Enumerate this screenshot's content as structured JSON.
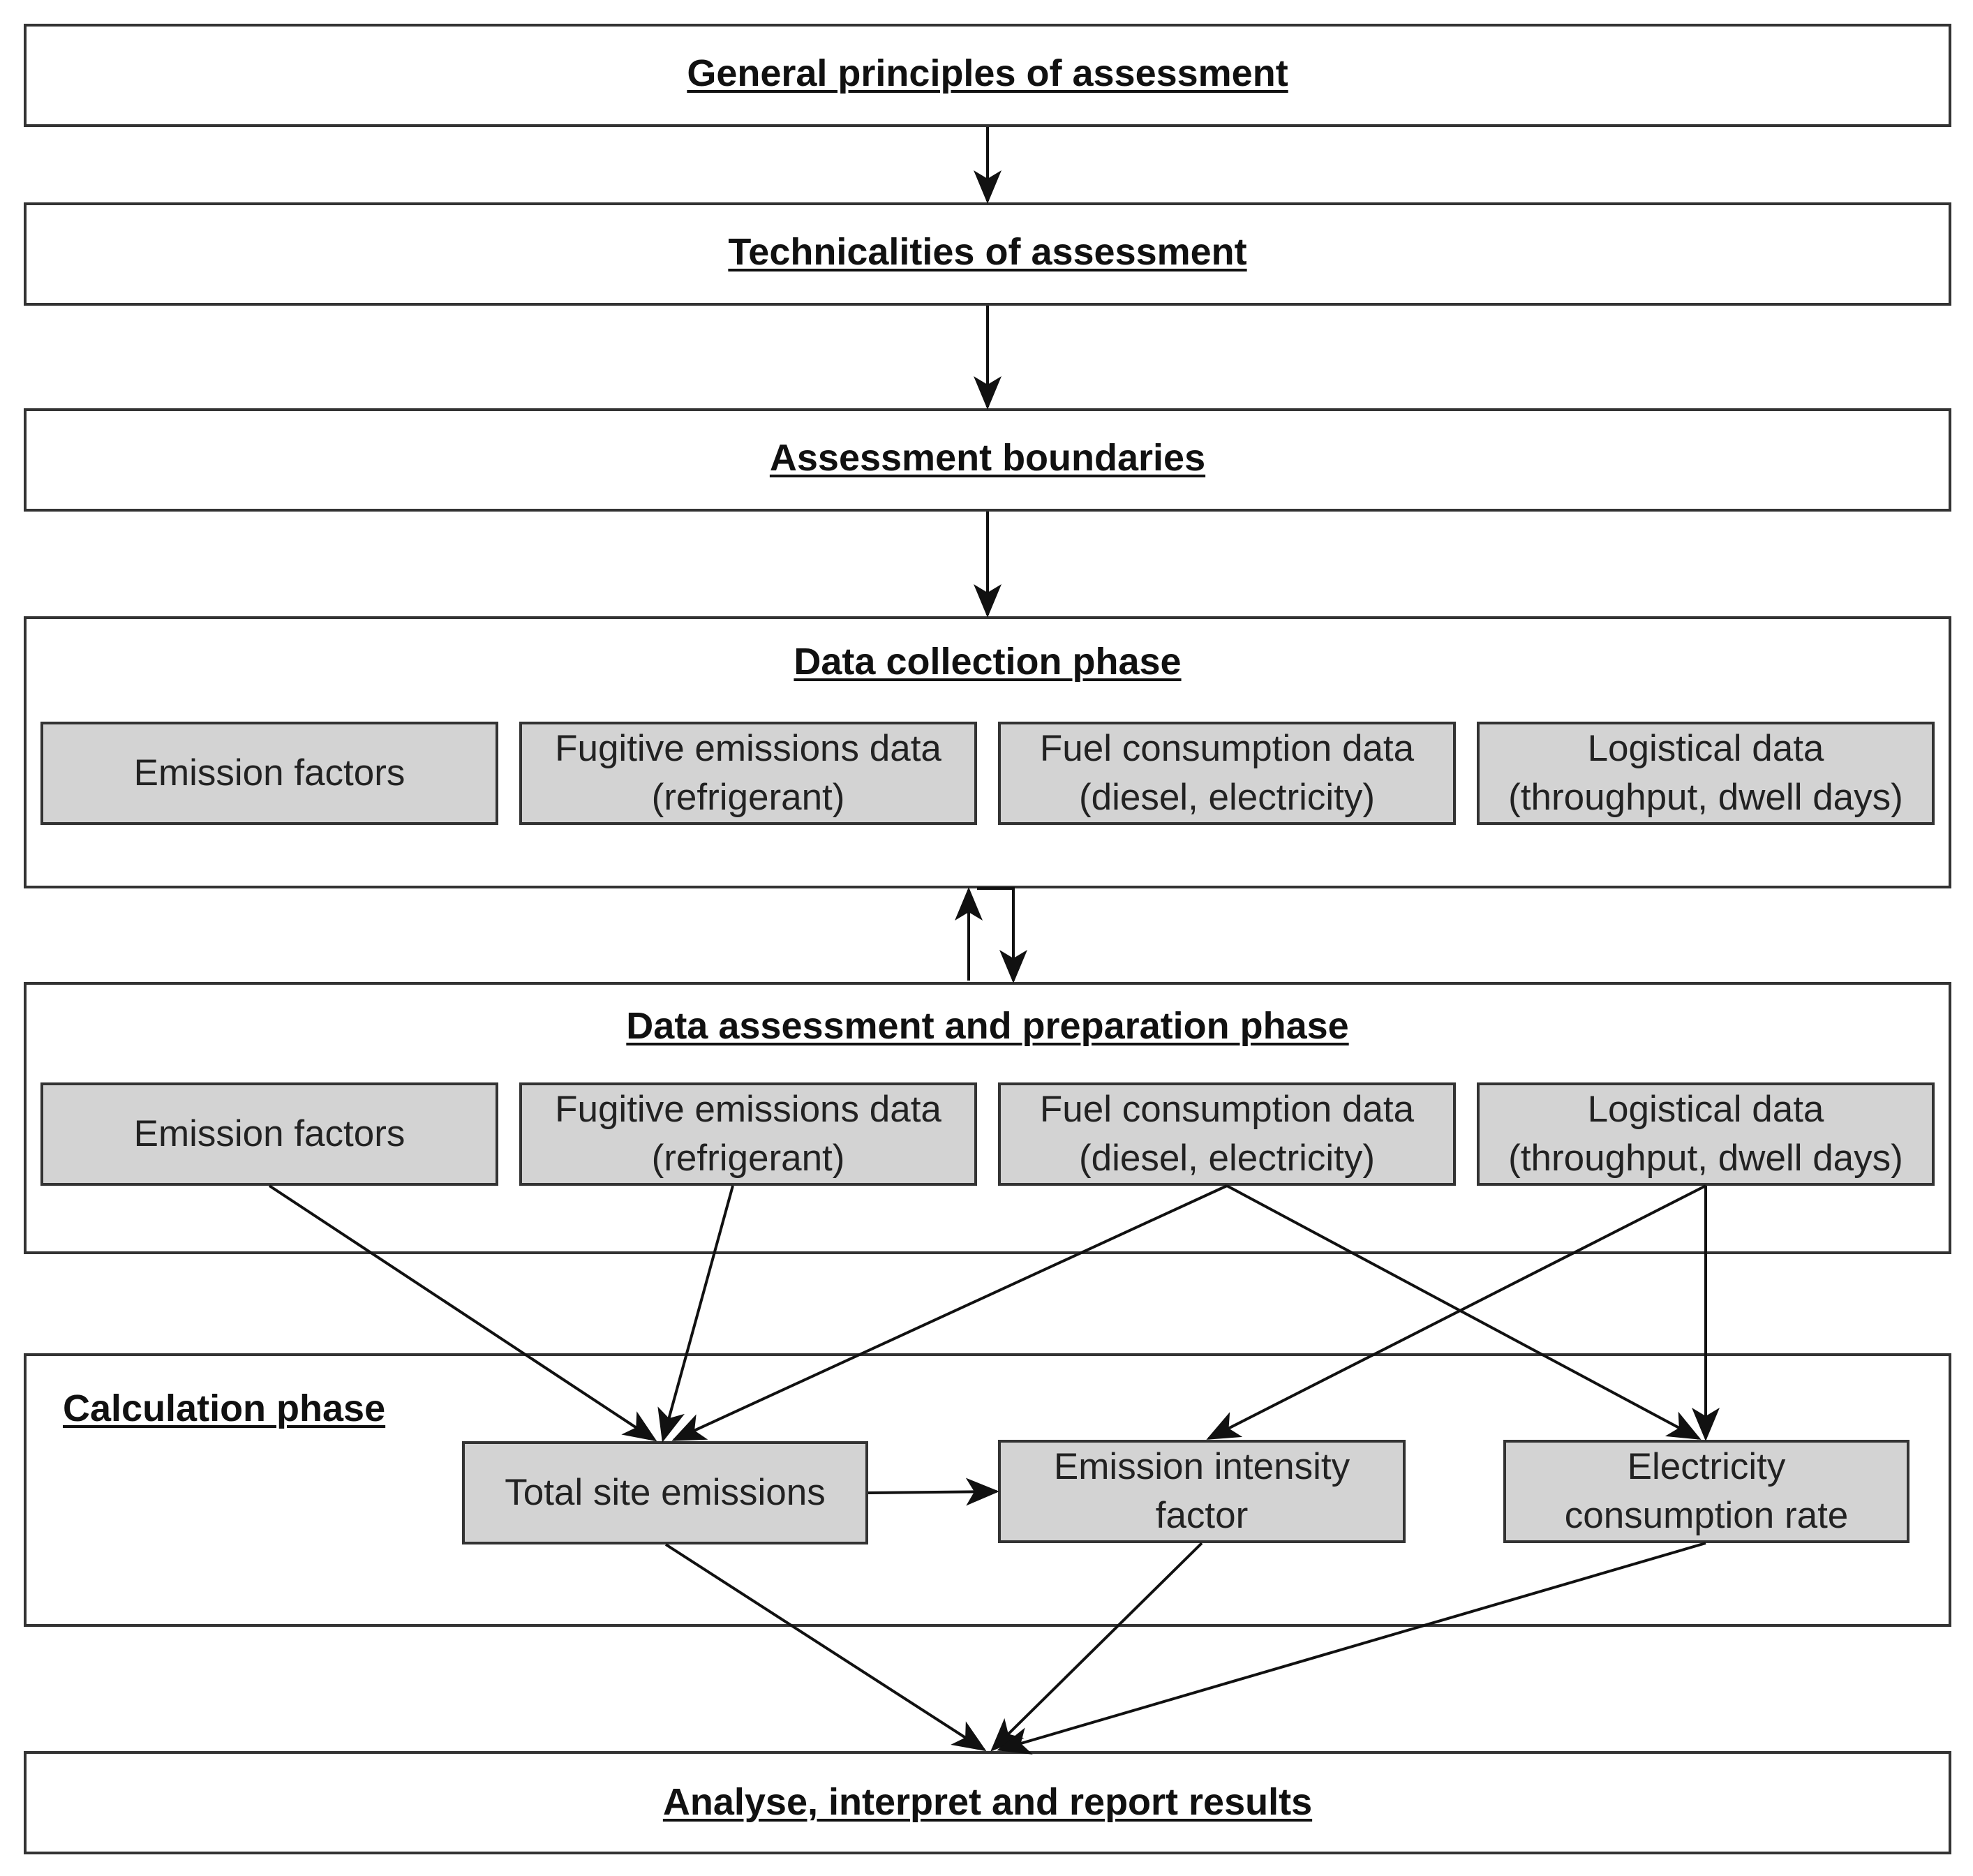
{
  "stages": {
    "general_principles": "General principles of assessment",
    "technicalities": "Technicalities of assessment",
    "boundaries": "Assessment boundaries",
    "analyse": "Analyse, interpret and report results"
  },
  "data_collection": {
    "title": "Data collection phase",
    "items": [
      "Emission factors",
      "Fugitive emissions data\n(refrigerant)",
      "Fuel consumption data\n(diesel, electricity)",
      "Logistical data\n(throughput, dwell days)"
    ]
  },
  "data_preparation": {
    "title": "Data assessment and preparation phase",
    "items": [
      "Emission factors",
      "Fugitive emissions data\n(refrigerant)",
      "Fuel consumption data\n(diesel, electricity)",
      "Logistical data\n(throughput, dwell days)"
    ]
  },
  "calculation": {
    "title": "Calculation phase",
    "items": [
      "Total site emissions",
      "Emission intensity\nfactor",
      "Electricity\nconsumption rate"
    ]
  },
  "colors": {
    "box_fill": "#d3d3d3",
    "border": "#333333",
    "arrow": "#111111"
  }
}
